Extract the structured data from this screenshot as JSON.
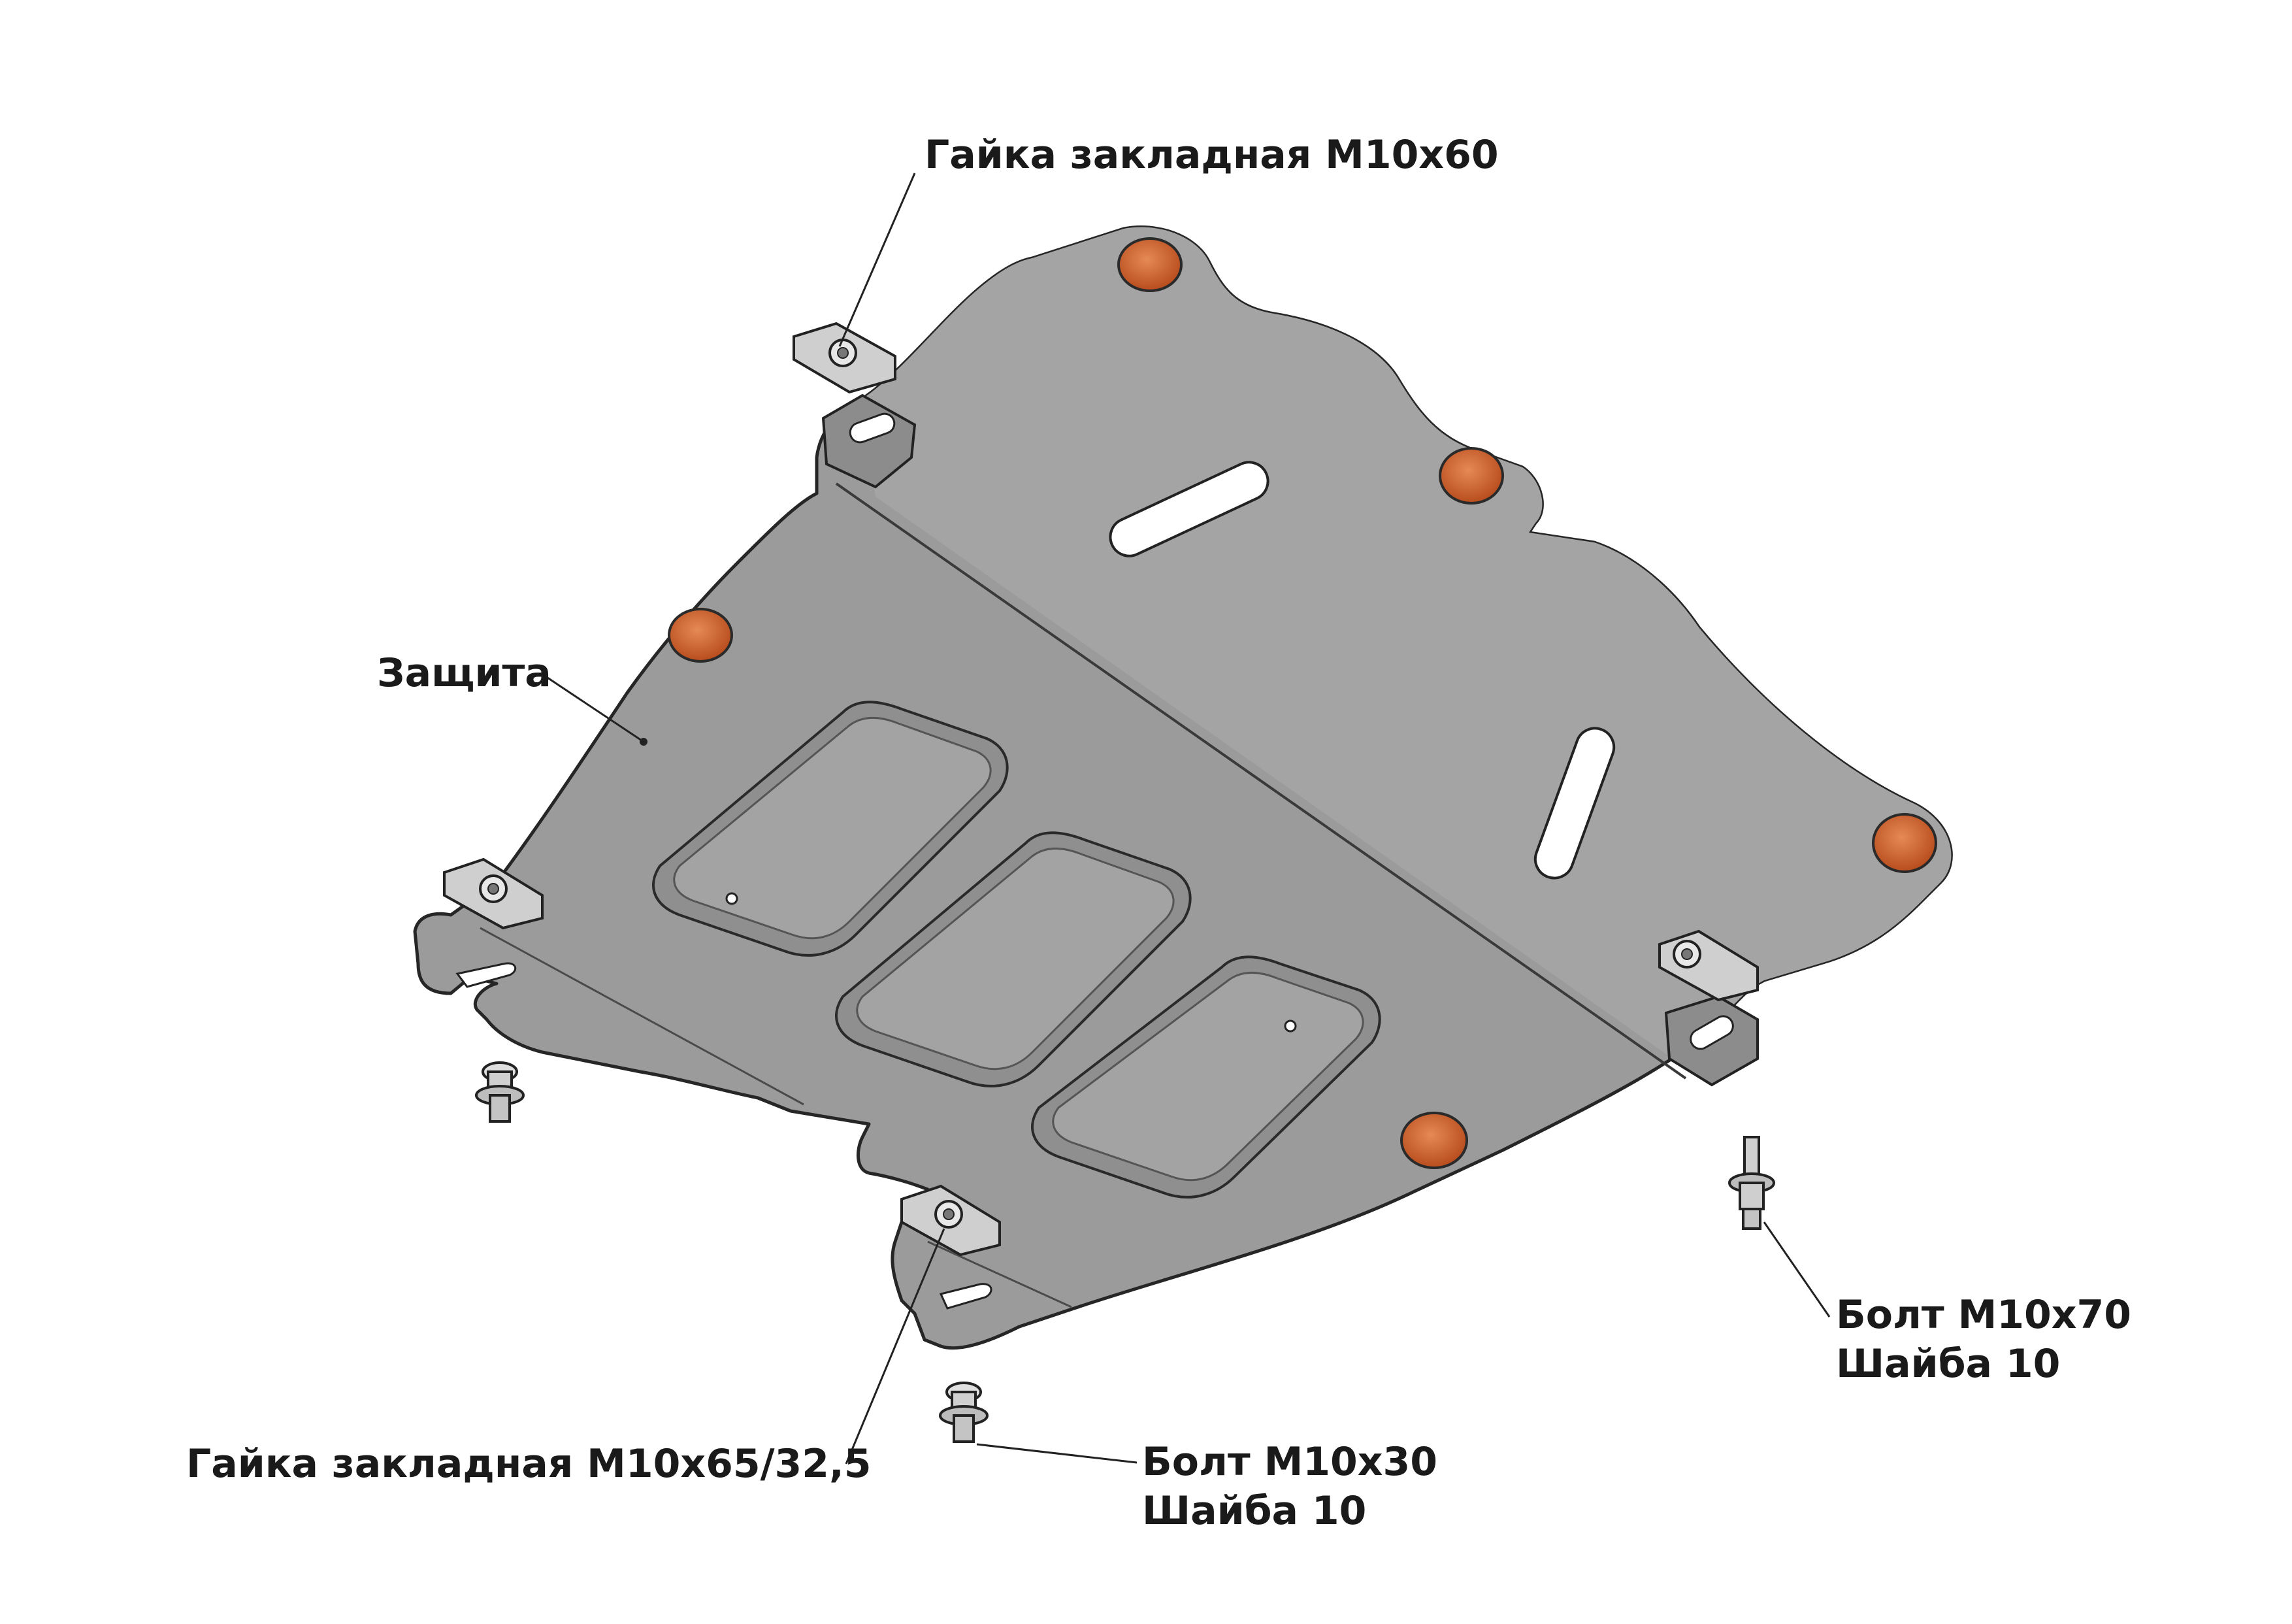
{
  "labels": {
    "embedded_nut_top": "Гайка закладная М10х60",
    "guard": "Защита",
    "embedded_nut_bottom": "Гайка закладная М10х65/32,5",
    "bolt_m10x30": "Болт М10х30",
    "washer_bottom": "Шайба 10",
    "bolt_m10x70": "Болт М10х70",
    "washer_right": "Шайба 10"
  },
  "colors": {
    "plate_fill": "#9a9a9a",
    "plate_light": "#a6a6a6",
    "plate_outline": "#2b2b2b",
    "rubber_plug": "#d4622c",
    "slot_fill": "#ffffff"
  }
}
